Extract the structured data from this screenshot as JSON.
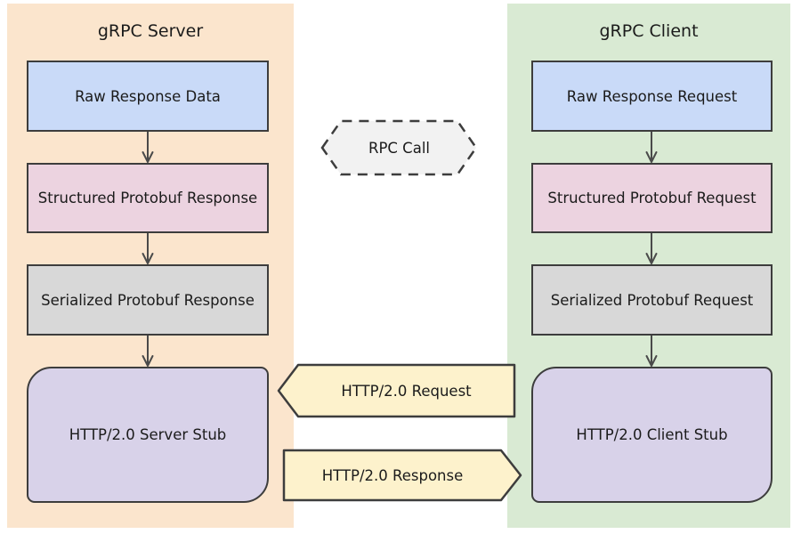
{
  "colors": {
    "panel-server": "#fbe5cd",
    "panel-client": "#d9ead3",
    "node-blue": "#c9daf8",
    "node-pink": "#ecd3e0",
    "node-gray": "#d8d8d8",
    "node-purple": "#d8d2e9",
    "arrow-yellow": "#fdf2cc",
    "hexagon-gray": "#f2f2f2",
    "border-dark": "#3d3d3d"
  },
  "server": {
    "title": "gRPC Server",
    "boxes": [
      {
        "label": "Raw Response Data"
      },
      {
        "label": "Structured Protobuf Response"
      },
      {
        "label": "Serialized Protobuf Response"
      },
      {
        "label": "HTTP/2.0 Server Stub"
      }
    ]
  },
  "client": {
    "title": "gRPC Client",
    "boxes": [
      {
        "label": "Raw Response Request"
      },
      {
        "label": "Structured Protobuf Request"
      },
      {
        "label": "Serialized Protobuf Request"
      },
      {
        "label": "HTTP/2.0 Client Stub"
      }
    ]
  },
  "middle": {
    "rpc_call": "RPC Call",
    "http_request": "HTTP/2.0 Request",
    "http_response": "HTTP/2.0 Response"
  }
}
